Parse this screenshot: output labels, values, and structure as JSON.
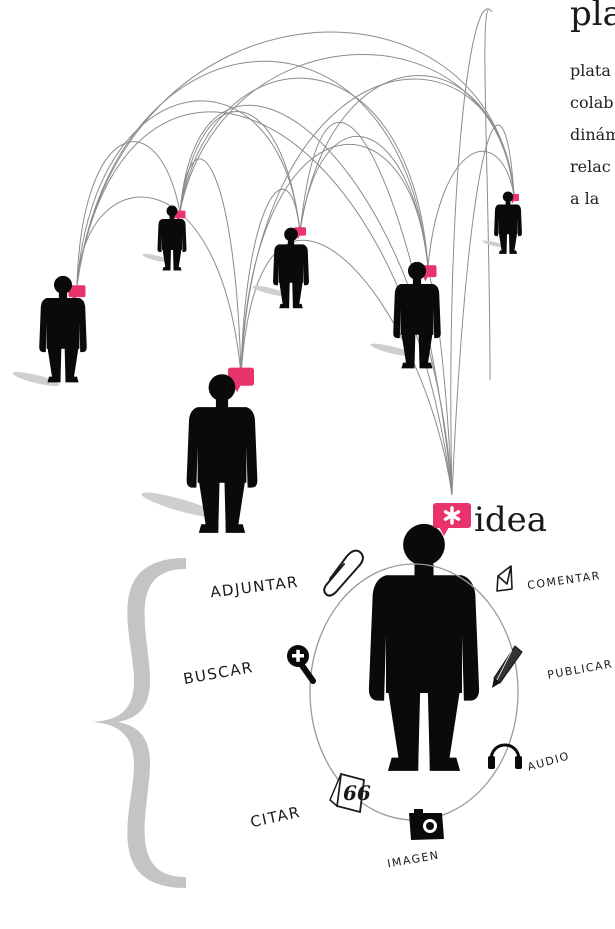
{
  "header": {
    "title": "pla",
    "lines": [
      "plata",
      "colab",
      "dinám",
      "relac",
      "a la"
    ]
  },
  "idea": {
    "label": "idea"
  },
  "actions": {
    "adjuntar": "ADJUNTAR",
    "comentar": "COMENTAR",
    "buscar": "BUSCAR",
    "publicar": "PUBLICAR",
    "audio": "AUDIO",
    "citar": "CITAR",
    "imagen": "IMAGEN"
  },
  "icons": [
    "paperclip-icon",
    "envelope-icon",
    "search-plus-icon",
    "pencil-icon",
    "headphones-icon",
    "quote-document-icon",
    "camera-icon",
    "asterisk-icon",
    "speech-bubble-icon",
    "person-icon"
  ],
  "colors": {
    "accent": "#e8336d",
    "figure": "#0a0a0a",
    "arc": "#8c8c8c",
    "bracket": "#c4c4c4",
    "shadow": "#cfcfcf"
  }
}
